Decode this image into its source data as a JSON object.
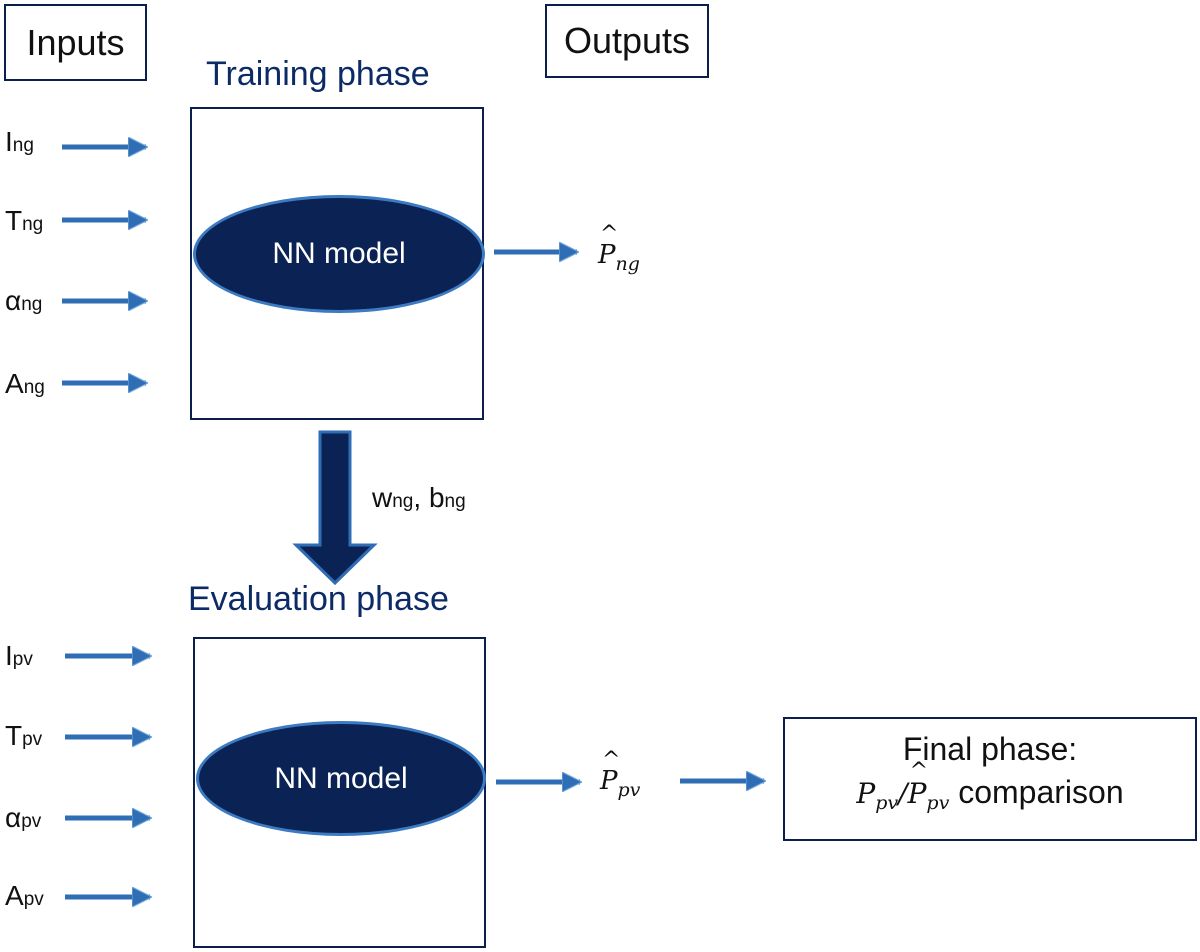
{
  "headers": {
    "inputs": "Inputs",
    "outputs": "Outputs"
  },
  "training": {
    "title": "Training phase",
    "model_label": "NN model",
    "inputs": [
      {
        "base": "I",
        "sub": "ng"
      },
      {
        "base": "T",
        "sub": "ng"
      },
      {
        "base": "α",
        "sub": "ng"
      },
      {
        "base": "A",
        "sub": "ng"
      }
    ],
    "output": {
      "base": "P",
      "hat": "^",
      "sub": "ng"
    }
  },
  "transfer": {
    "w_base": "w",
    "w_sub": "ng",
    "sep": ", ",
    "b_base": "b",
    "b_sub": "ng"
  },
  "evaluation": {
    "title": "Evaluation phase",
    "model_label": "NN model",
    "inputs": [
      {
        "base": "I",
        "sub": "pv"
      },
      {
        "base": "T",
        "sub": "pv"
      },
      {
        "base": "α",
        "sub": "pv"
      },
      {
        "base": "A",
        "sub": "pv"
      }
    ],
    "output": {
      "base": "P",
      "hat": "^",
      "sub": "pv"
    }
  },
  "final": {
    "line1": "Final phase:",
    "p_base": "P",
    "p_sub": "pv",
    "slash": "/",
    "phat_base": "P",
    "phat_hat": "^",
    "phat_sub": "pv",
    "suffix": " comparison"
  },
  "colors": {
    "dark_navy": "#0b2354",
    "arrow_blue": "#2f6db5",
    "arrow_outline": "#6fa6dc",
    "title_blue": "#0b2a66"
  }
}
